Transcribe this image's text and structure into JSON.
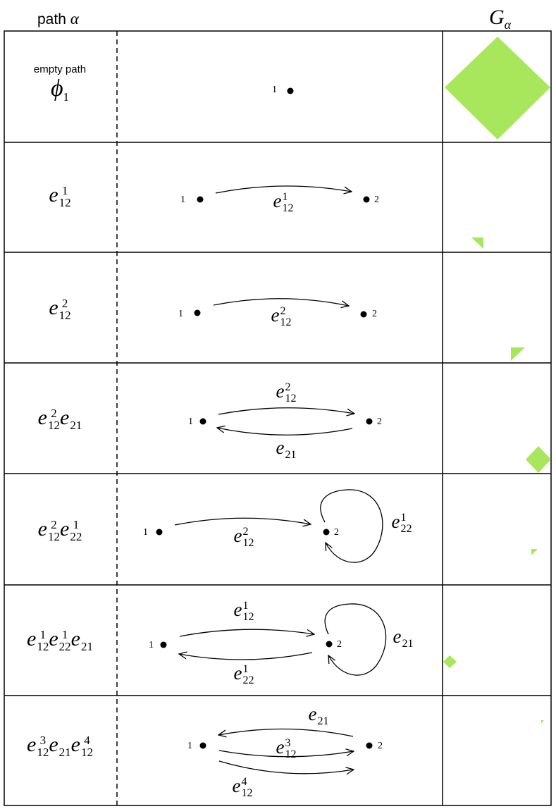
{
  "header": {
    "path_word": "path",
    "path_symbol": "α",
    "g_symbol": "G",
    "g_sub": "α"
  },
  "rows": [
    {
      "label": {
        "kind": "empty",
        "text": "empty path",
        "symbol": "ϕ",
        "sub": "1"
      },
      "nodes": [
        "1"
      ],
      "edge_labels": []
    },
    {
      "label": {
        "terms": [
          {
            "base": "e",
            "sub": "12",
            "sup": "1"
          }
        ]
      },
      "nodes": [
        "1",
        "2"
      ],
      "edge_labels": [
        {
          "base": "e",
          "sub": "12",
          "sup": "1"
        }
      ]
    },
    {
      "label": {
        "terms": [
          {
            "base": "e",
            "sub": "12",
            "sup": "2"
          }
        ]
      },
      "nodes": [
        "1",
        "2"
      ],
      "edge_labels": [
        {
          "base": "e",
          "sub": "12",
          "sup": "2"
        }
      ]
    },
    {
      "label": {
        "terms": [
          {
            "base": "e",
            "sub": "12",
            "sup": "2"
          },
          {
            "base": "e",
            "sub": "21",
            "sup": ""
          }
        ]
      },
      "nodes": [
        "1",
        "2"
      ],
      "edge_labels": [
        {
          "base": "e",
          "sub": "12",
          "sup": "2"
        },
        {
          "base": "e",
          "sub": "21",
          "sup": ""
        }
      ]
    },
    {
      "label": {
        "terms": [
          {
            "base": "e",
            "sub": "12",
            "sup": "2"
          },
          {
            "base": "e",
            "sub": "22",
            "sup": "1"
          }
        ]
      },
      "nodes": [
        "1",
        "2"
      ],
      "edge_labels": [
        {
          "base": "e",
          "sub": "12",
          "sup": "2"
        },
        {
          "base": "e",
          "sub": "22",
          "sup": "1"
        }
      ]
    },
    {
      "label": {
        "terms": [
          {
            "base": "e",
            "sub": "12",
            "sup": "1"
          },
          {
            "base": "e",
            "sub": "22",
            "sup": "1"
          },
          {
            "base": "e",
            "sub": "21",
            "sup": ""
          }
        ]
      },
      "nodes": [
        "1",
        "2"
      ],
      "edge_labels": [
        {
          "base": "e",
          "sub": "12",
          "sup": "1"
        },
        {
          "base": "e",
          "sub": "22",
          "sup": "1"
        },
        {
          "base": "e",
          "sub": "21",
          "sup": ""
        }
      ]
    },
    {
      "label": {
        "terms": [
          {
            "base": "e",
            "sub": "12",
            "sup": "3"
          },
          {
            "base": "e",
            "sub": "21",
            "sup": ""
          },
          {
            "base": "e",
            "sub": "12",
            "sup": "4"
          }
        ]
      },
      "nodes": [
        "1",
        "2"
      ],
      "edge_labels": [
        {
          "base": "e",
          "sub": "21",
          "sup": ""
        },
        {
          "base": "e",
          "sub": "12",
          "sup": "3"
        },
        {
          "base": "e",
          "sub": "12",
          "sup": "4"
        }
      ]
    }
  ],
  "colors": {
    "shape_fill": "#a8e65c",
    "line": "#000000"
  }
}
